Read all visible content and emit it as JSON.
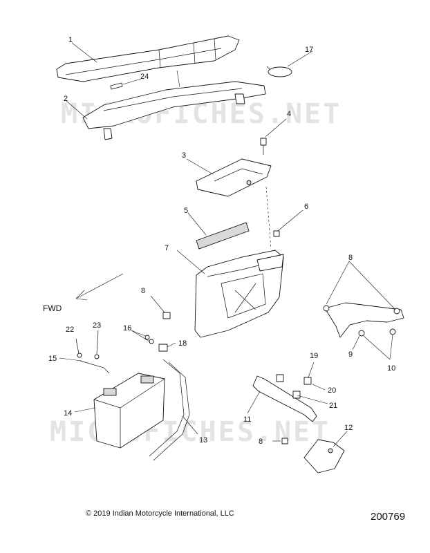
{
  "watermark": "MICROFICHES.NET",
  "fwd_label": "FWD",
  "copyright": "© 2019 Indian Motorcycle International, LLC",
  "reference_number": "200769",
  "callouts": {
    "c1": "1",
    "c2": "2",
    "c3": "3",
    "c4": "4",
    "c5": "5",
    "c6": "6",
    "c7": "7",
    "c8a": "8",
    "c8b": "8",
    "c8c": "8",
    "c9": "9",
    "c10": "10",
    "c11": "11",
    "c12": "12",
    "c13": "13",
    "c14": "14",
    "c15": "15",
    "c16": "16",
    "c17": "17",
    "c18": "18",
    "c19": "19",
    "c20": "20",
    "c21": "21",
    "c22": "22",
    "c23": "23",
    "c24": "24"
  }
}
